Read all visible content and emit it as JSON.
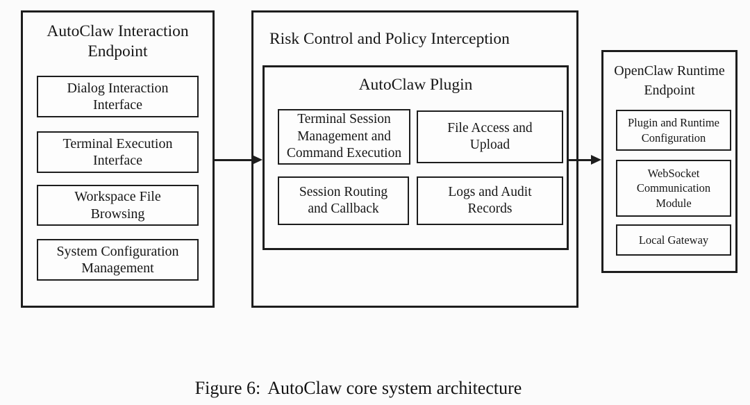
{
  "colors": {
    "border": "#1d1d1d",
    "text": "#161616",
    "background": "#fbfbfb"
  },
  "panels": {
    "interaction": {
      "title": "AutoClaw Interaction\nEndpoint",
      "items": [
        "Dialog Interaction\nInterface",
        "Terminal Execution\nInterface",
        "Workspace File\nBrowsing",
        "System Configuration\nManagement"
      ]
    },
    "risk": {
      "title": "Risk Control and Policy Interception",
      "plugin": {
        "title": "AutoClaw Plugin",
        "items": [
          "Terminal Session\nManagement and\nCommand Execution",
          "File Access and\nUpload",
          "Session Routing\nand Callback",
          "Logs and Audit\nRecords"
        ]
      }
    },
    "runtime": {
      "title": "OpenClaw Runtime\nEndpoint",
      "items": [
        "Plugin and Runtime\nConfiguration",
        "WebSocket\nCommunication\nModule",
        "Local Gateway"
      ]
    }
  },
  "arrows": [
    {
      "from": "AutoClaw Interaction Endpoint",
      "to": "Risk Control and Policy Interception"
    },
    {
      "from": "Risk Control and Policy Interception",
      "to": "OpenClaw Runtime Endpoint"
    }
  ],
  "caption": {
    "prefix": "Figure 6:",
    "text": "AutoClaw core system architecture"
  }
}
